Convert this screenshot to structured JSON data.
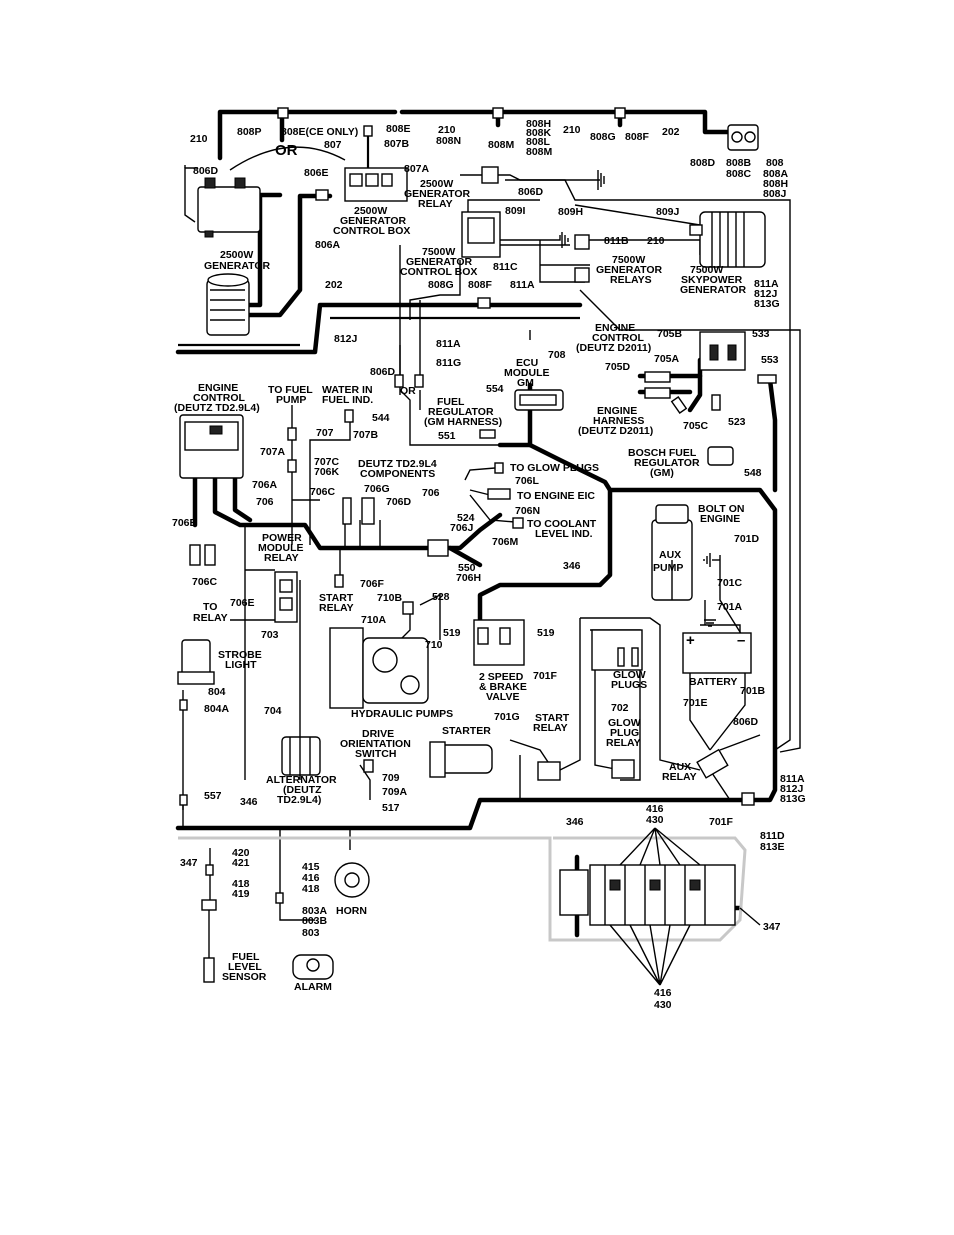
{
  "labels": {
    "l210a": "210",
    "l808p": "808P",
    "l808e_ce": "808E(CE ONLY)",
    "l808e": "808E",
    "l807b": "807B",
    "l210b": "210",
    "l808n": "808N",
    "l808h": "808H",
    "l808k": "808K",
    "l808l": "808L",
    "l808m": "808M",
    "l210c": "210",
    "l808g": "808G",
    "l808f": "808F",
    "l202a": "202",
    "l807": "807",
    "l_or1": "OR",
    "l806d_a": "806D",
    "l806e": "806E",
    "l807a": "807A",
    "l2500_relay": "2500W",
    "l2500_relay2": "GENERATOR",
    "l2500_relay3": "RELAY",
    "l806d_b": "806D",
    "l808d": "808D",
    "l808b": "808B",
    "l808c": "808C",
    "l808": "808",
    "l808a": "808A",
    "l808h2": "808H",
    "l808j": "808J",
    "l2500cb": "2500W",
    "l2500cb2": "GENERATOR",
    "l2500cb3": "CONTROL BOX",
    "l806a": "806A",
    "l809i": "809I",
    "l809h": "809H",
    "l809j": "809J",
    "l2500gen": "2500W",
    "l2500gen2": "GENERATOR",
    "l811b": "811B",
    "l210d": "210",
    "l7500cb": "7500W",
    "l7500cb2": "GENERATOR",
    "l7500cb3": "CONTROL BOX",
    "l811c": "811C",
    "l7500rel": "7500W",
    "l7500rel2": "GENERATOR",
    "l7500rel3": "RELAYS",
    "l7500sky": "7500W",
    "l7500sky2": "SKYPOWER",
    "l7500sky3": "GENERATOR",
    "l811a_a": "811A",
    "l812j_a": "812J",
    "l813g_a": "813G",
    "l202b": "202",
    "l808g2": "808G",
    "l808f2": "808F",
    "l811a_b": "811A",
    "l812j_b": "812J",
    "l_ec_deutz2011": "ENGINE",
    "l_ec_deutz2011b": "CONTROL",
    "l_ec_deutz2011c": "(DEUTZ D2011)",
    "l705b": "705B",
    "l533": "533",
    "l806d_c": "806D",
    "l811a_c": "811A",
    "l811g": "811G",
    "l708": "708",
    "l_ecu": "ECU",
    "l_ecu2": "MODULE",
    "l_ecu3": "GM",
    "l705a": "705A",
    "l553": "553",
    "l705d": "705D",
    "l_ec24": "ENGINE",
    "l_ec24b": "CONTROL",
    "l_ec24c": "(DEUTZ TD2.9L4)",
    "l_tofp": "TO FUEL",
    "l_tofp2": "PUMP",
    "l_water": "WATER IN",
    "l_water2": "FUEL IND.",
    "l_or2": "OR",
    "l554": "554",
    "l544": "544",
    "l_freg": "FUEL",
    "l_freg2": "REGULATOR",
    "l_freg3": "(GM HARNESS)",
    "l_eh": "ENGINE",
    "l_eh2": "HARNESS",
    "l_eh3": "(DEUTZ D2011)",
    "l705c": "705C",
    "l523": "523",
    "l707": "707",
    "l707b": "707B",
    "l551": "551",
    "l707a": "707A",
    "l_bosch": "BOSCH FUEL",
    "l_bosch2": "REGULATOR",
    "l_bosch3": "(GM)",
    "l548": "548",
    "l707c": "707C",
    "l706k": "706K",
    "l_deutzc": "DEUTZ TD2.9L4",
    "l_deutzc2": "COMPONENTS",
    "l706g": "706G",
    "l_glow": "TO GLOW PLUGS",
    "l706l": "706L",
    "l_eic": "TO ENGINE EIC",
    "l706n": "706N",
    "l706a": "706A",
    "l706c_a": "706C",
    "l706d": "706D",
    "l706": "706",
    "l706b2": "706",
    "l524": "524",
    "l706j": "706J",
    "l_cool": "TO COOLANT",
    "l_cool2": "LEVEL IND.",
    "l706m": "706M",
    "l706b": "706B",
    "l_pmr": "POWER",
    "l_pmr2": "MODULE",
    "l_pmr3": "RELAY",
    "l_bolt": "BOLT ON",
    "l_bolt2": "ENGINE",
    "l701d": "701D",
    "l550": "550",
    "l706h": "706H",
    "l346a": "346",
    "l_auxp": "AUX",
    "l_auxp2": "PUMP",
    "l701c": "701C",
    "l701a": "701A",
    "l706c_b": "706C",
    "l706e": "706E",
    "l706f": "706F",
    "l_startr": "START",
    "l_startr2": "RELAY",
    "l710b": "710B",
    "l528": "528",
    "l_torel": "TO",
    "l_torel2": "RELAY",
    "l703": "703",
    "l710a": "710A",
    "l519a": "519",
    "l519b": "519",
    "l710": "710",
    "l_strobe": "STROBE",
    "l_strobe2": "LIGHT",
    "l804": "804",
    "l804a": "804A",
    "l_2spd": "2 SPEED",
    "l_2spd2": "& BRAKE",
    "l_2spd3": "VALVE",
    "l701f_a": "701F",
    "l_gp": "GLOW",
    "l_gp2": "PLUGS",
    "l702": "702",
    "l_batt": "BATTERY",
    "l701b": "701B",
    "l701e": "701E",
    "l704": "704",
    "l_hyd": "HYDRAULIC PUMPS",
    "l701g": "701G",
    "l_startr3": "START",
    "l_startr4": "RELAY",
    "l_starter": "STARTER",
    "l_gpr": "GLOW",
    "l_gpr2": "PLUG",
    "l_gpr3": "RELAY",
    "l806d_d": "806D",
    "l_dos": "DRIVE",
    "l_dos2": "ORIENTATION",
    "l_dos3": "SWITCH",
    "l_alt": "ALTERNATOR",
    "l_alt2": "(DEUTZ",
    "l_alt3": "TD2.9L4)",
    "l_auxr": "AUX",
    "l_auxr2": "RELAY",
    "l709": "709",
    "l709a": "709A",
    "l517": "517",
    "l557": "557",
    "l346b": "346",
    "l811a_d": "811A",
    "l812j_d": "812J",
    "l813g_d": "813G",
    "l416a": "416",
    "l430a": "430",
    "l346c": "346",
    "l701f_b": "701F",
    "l811d": "811D",
    "l813e": "813E",
    "l347a": "347",
    "l420": "420",
    "l421": "421",
    "l418a": "418",
    "l419": "419",
    "l415": "415",
    "l416b": "416",
    "l418b": "418",
    "l803a": "803A",
    "l803b": "803B",
    "l803": "803",
    "l_horn": "HORN",
    "l_fls": "FUEL",
    "l_fls2": "LEVEL",
    "l_fls3": "SENSOR",
    "l_alarm": "ALARM",
    "l347b": "347",
    "l416c": "416",
    "l430c": "430",
    "battery_plus": "+",
    "battery_minus": "–"
  }
}
